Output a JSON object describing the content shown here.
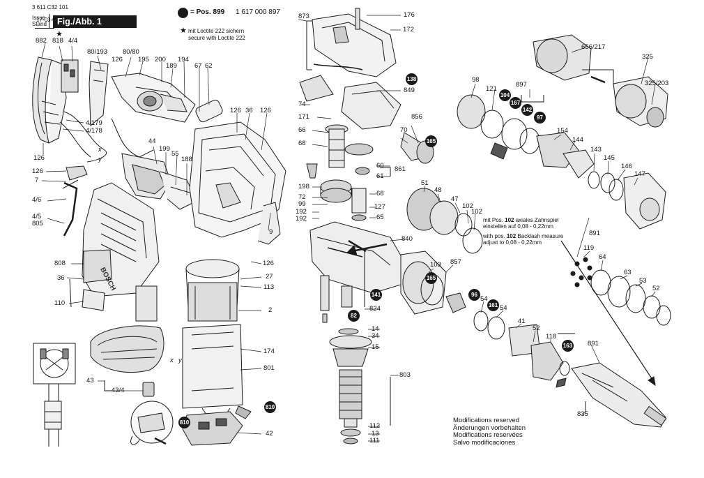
{
  "header": {
    "doc_number": "3 611 C32 101",
    "issue_label": "Issue",
    "stand_label": "Stand",
    "issue_date": "17-03-06",
    "figure_tag": "Fig./Abb. 1",
    "pos_label": "= Pos. 899",
    "pos_number": "1 617 000 897",
    "loctite_de": "mit Loctite 222 sichern",
    "loctite_en": "secure with Loctite 222",
    "star_symbol": "★"
  },
  "pos102_notes": {
    "de_prefix": "mit Pos.",
    "de_num": "102",
    "de_text": "axiales Zahnspiel",
    "de_line2": "einstellen auf 0,08 - 0,22mm",
    "en_prefix": "with pos.",
    "en_num": "102",
    "en_text": "Backlash measure",
    "en_line2": "adjust to 0,08 - 0,22mm"
  },
  "footer": {
    "lines": [
      "Modifications reserved",
      "Änderungen vorbehalten",
      "Modifications reservées",
      "Salvo modificaciones"
    ]
  },
  "labels": [
    {
      "text": "882"
    },
    {
      "text": "818"
    },
    {
      "text": "4/4"
    },
    {
      "text": "80/193"
    },
    {
      "text": "80/80"
    },
    {
      "text": "126"
    },
    {
      "text": "195"
    },
    {
      "text": "200"
    },
    {
      "text": "194"
    },
    {
      "text": "189"
    },
    {
      "text": "67"
    },
    {
      "text": "62"
    },
    {
      "text": "4/179"
    },
    {
      "text": "4/178"
    },
    {
      "text": "126"
    },
    {
      "text": "36"
    },
    {
      "text": "126"
    },
    {
      "text": "126"
    },
    {
      "text": "44"
    },
    {
      "text": "199"
    },
    {
      "text": "55"
    },
    {
      "text": "188"
    },
    {
      "text": "126"
    },
    {
      "text": "7"
    },
    {
      "text": "4/6"
    },
    {
      "text": "4/5"
    },
    {
      "text": "805"
    },
    {
      "text": "9"
    },
    {
      "text": "808"
    },
    {
      "text": "36"
    },
    {
      "text": "110"
    },
    {
      "text": "126"
    },
    {
      "text": "27"
    },
    {
      "text": "113"
    },
    {
      "text": "2"
    },
    {
      "text": "174"
    },
    {
      "text": "801"
    },
    {
      "text": "43"
    },
    {
      "text": "43/4"
    },
    {
      "text": "42"
    },
    {
      "text": "873"
    },
    {
      "text": "176"
    },
    {
      "text": "172"
    },
    {
      "text": "849"
    },
    {
      "text": "74"
    },
    {
      "text": "171"
    },
    {
      "text": "856"
    },
    {
      "text": "66"
    },
    {
      "text": "70"
    },
    {
      "text": "68"
    },
    {
      "text": "60"
    },
    {
      "text": "861"
    },
    {
      "text": "61"
    },
    {
      "text": "198"
    },
    {
      "text": "68"
    },
    {
      "text": "72"
    },
    {
      "text": "99"
    },
    {
      "text": "127"
    },
    {
      "text": "192"
    },
    {
      "text": "192"
    },
    {
      "text": "65"
    },
    {
      "text": "840"
    },
    {
      "text": "824"
    },
    {
      "text": "14"
    },
    {
      "text": "34"
    },
    {
      "text": "15"
    },
    {
      "text": "803"
    },
    {
      "text": "112"
    },
    {
      "text": "13"
    },
    {
      "text": "111"
    },
    {
      "text": "656/217"
    },
    {
      "text": "325"
    },
    {
      "text": "325/203"
    },
    {
      "text": "98"
    },
    {
      "text": "121"
    },
    {
      "text": "897"
    },
    {
      "text": "154"
    },
    {
      "text": "144"
    },
    {
      "text": "143"
    },
    {
      "text": "145"
    },
    {
      "text": "146"
    },
    {
      "text": "147"
    },
    {
      "text": "51"
    },
    {
      "text": "48"
    },
    {
      "text": "47"
    },
    {
      "text": "102"
    },
    {
      "text": "102"
    },
    {
      "text": "103"
    },
    {
      "text": "857"
    },
    {
      "text": "891"
    },
    {
      "text": "119"
    },
    {
      "text": "64"
    },
    {
      "text": "63"
    },
    {
      "text": "53"
    },
    {
      "text": "52"
    },
    {
      "text": "54"
    },
    {
      "text": "54"
    },
    {
      "text": "41"
    },
    {
      "text": "52"
    },
    {
      "text": "118"
    },
    {
      "text": "891"
    },
    {
      "text": "835"
    },
    {
      "text": "x"
    },
    {
      "text": "y"
    },
    {
      "text": "x"
    },
    {
      "text": "y"
    }
  ],
  "badges": [
    {
      "text": "138"
    },
    {
      "text": "165"
    },
    {
      "text": "104"
    },
    {
      "text": "167"
    },
    {
      "text": "142"
    },
    {
      "text": "97"
    },
    {
      "text": "165"
    },
    {
      "text": "141"
    },
    {
      "text": "82"
    },
    {
      "text": "96"
    },
    {
      "text": "161"
    },
    {
      "text": "163"
    },
    {
      "text": "810"
    },
    {
      "text": "810"
    }
  ],
  "housing_brand": "BOSCH"
}
